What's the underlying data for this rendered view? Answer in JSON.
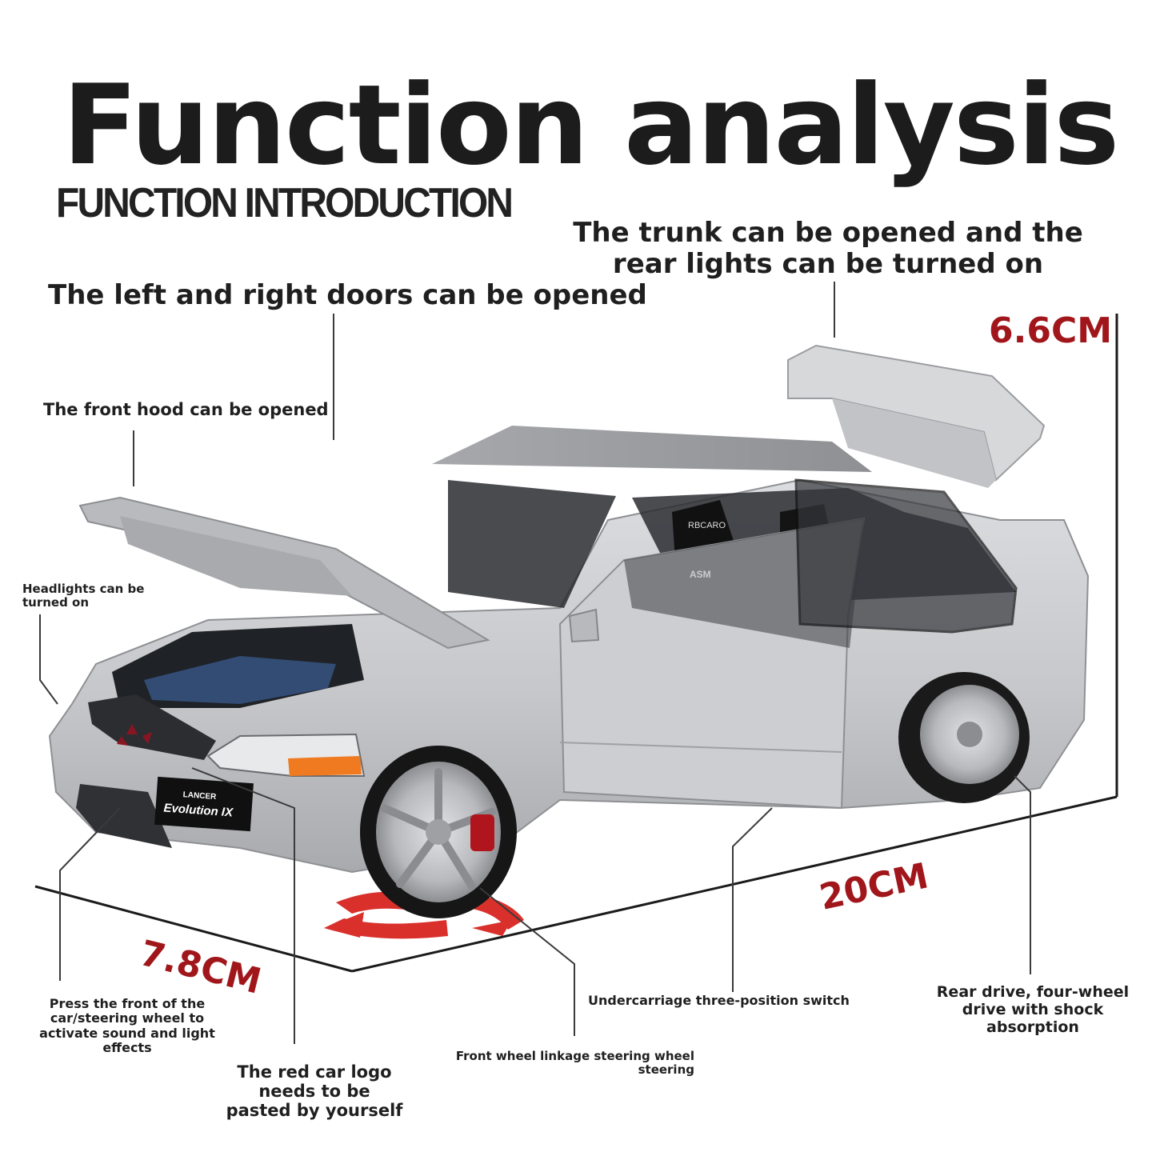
{
  "header": {
    "title": "Function analysis",
    "subtitle": "FUNCTION INTRODUCTION"
  },
  "callouts": {
    "trunk": "The trunk can be opened and the rear lights can be turned on",
    "doors": "The left and right doors can be opened",
    "hood": "The front hood can be opened",
    "headlights": "Headlights can be turned on",
    "sound_light": "Press the front of the car/steering wheel to activate sound and light effects",
    "logo": "The red car logo needs to be pasted by yourself",
    "steering": "Front wheel linkage steering wheel steering",
    "switch": "Undercarriage three-position switch",
    "drive": "Rear drive, four-wheel drive with shock absorption"
  },
  "dimensions": {
    "height": "6.6CM",
    "length": "20CM",
    "width": "7.8CM"
  },
  "product": {
    "plate_line1": "LANCER",
    "plate_line2": "Evolution IX",
    "seat_brand": "RBCARO",
    "seat_logo": "ASM"
  },
  "colors": {
    "dimension_red": "#a0161a",
    "arrow_red": "#d9302c",
    "car_silver": "#c9cacc"
  }
}
